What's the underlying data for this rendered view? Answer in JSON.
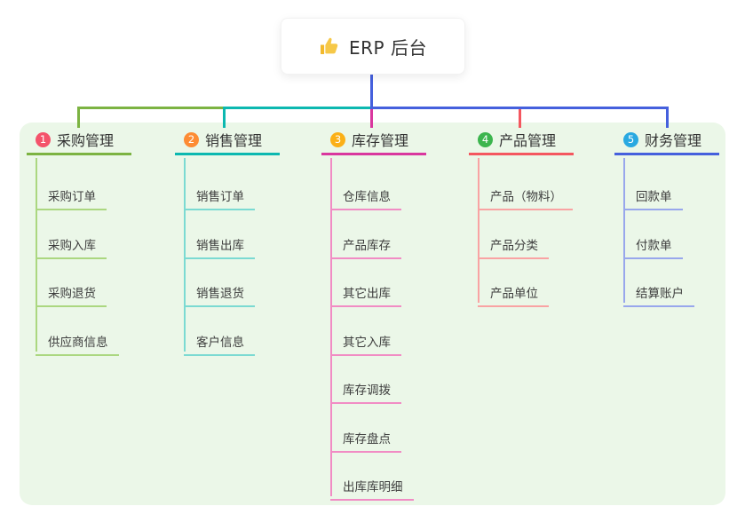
{
  "root": {
    "icon": "thumbs-up",
    "label": "ERP 后台"
  },
  "branches": [
    {
      "num": "1",
      "label": "采购管理",
      "color": "#7cb342",
      "light": "#abd780",
      "badge_color": "#f4536b",
      "children": [
        "采购订单",
        "采购入库",
        "采购退货",
        "供应商信息"
      ]
    },
    {
      "num": "2",
      "label": "销售管理",
      "color": "#0cb8b0",
      "light": "#7bdad2",
      "badge_color": "#fd8c34",
      "children": [
        "销售订单",
        "销售出库",
        "销售退货",
        "客户信息"
      ]
    },
    {
      "num": "3",
      "label": "库存管理",
      "color": "#d9379e",
      "light": "#f18cc4",
      "badge_color": "#fbb017",
      "children": [
        "仓库信息",
        "产品库存",
        "其它出库",
        "其它入库",
        "库存调拨",
        "库存盘点",
        "出库库明细"
      ]
    },
    {
      "num": "4",
      "label": "产品管理",
      "color": "#f4575f",
      "light": "#f9a3a3",
      "badge_color": "#3cb54e",
      "children": [
        "产品（物料）",
        "产品分类",
        "产品单位"
      ]
    },
    {
      "num": "5",
      "label": "财务管理",
      "color": "#4560dd",
      "light": "#98a7ec",
      "badge_color": "#29a9e1",
      "children": [
        "回款单",
        "付款单",
        "结算账户"
      ]
    }
  ],
  "colors": {
    "panel_background": "#ebf7e8",
    "root_connector": "#4560dd",
    "thumb_icon": "#f2b92c"
  }
}
